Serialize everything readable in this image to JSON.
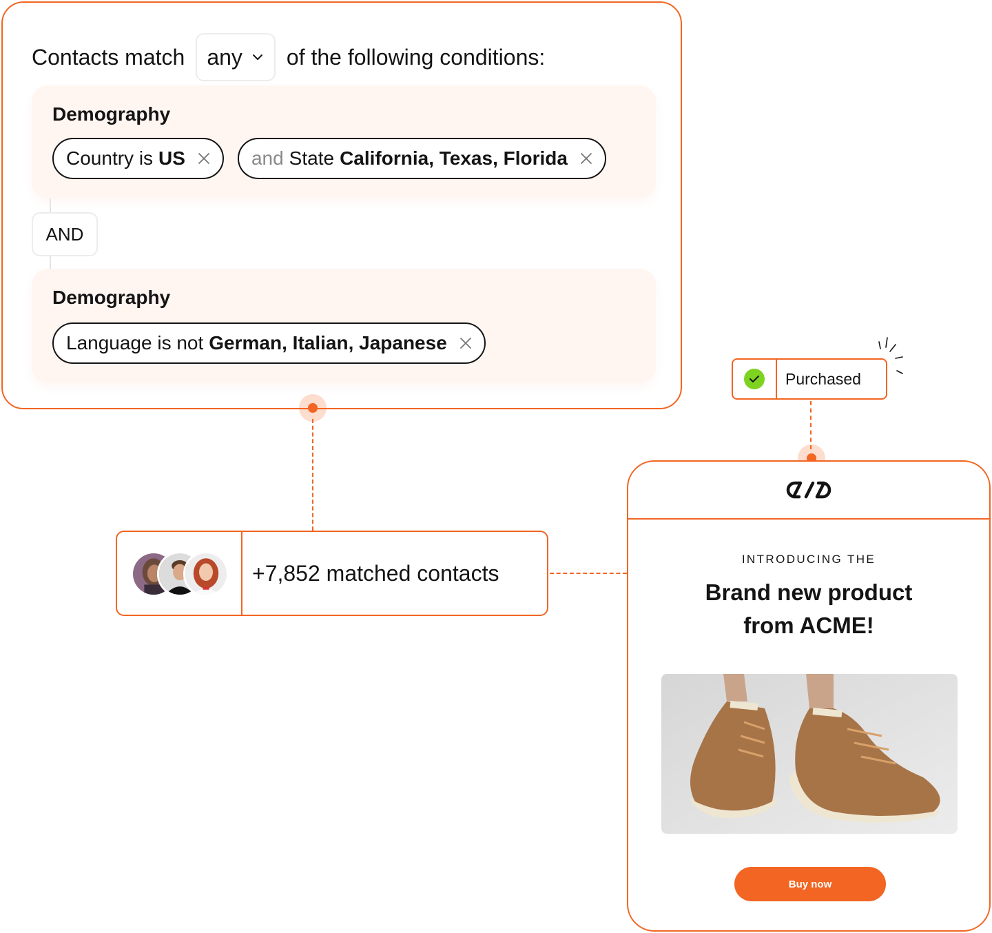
{
  "colors": {
    "accent": "#f26522",
    "group_bg": "#fff5f1",
    "success": "#7ed321",
    "text": "#141414"
  },
  "filter": {
    "prefix": "Contacts match",
    "mode": "any",
    "suffix": "of the following conditions:",
    "groups": [
      {
        "title": "Demography",
        "chips": [
          {
            "lead": "",
            "text": "Country is",
            "value": "US"
          },
          {
            "lead": "and",
            "text": "State",
            "value": "California, Texas, Florida"
          }
        ]
      },
      {
        "title": "Demography",
        "chips": [
          {
            "lead": "",
            "text": "Language is not",
            "value": "German, Italian, Japanese"
          }
        ]
      }
    ],
    "operator": "AND"
  },
  "matched": {
    "text": "+7,852 matched contacts",
    "avatar_count": 3
  },
  "trigger": {
    "label": "Purchased",
    "icon": "check-icon"
  },
  "email": {
    "logo": "chain-link-logo",
    "intro": "INTRODUCING THE",
    "headline_line1": "Brand new product",
    "headline_line2": "from ACME!",
    "cta": "Buy now"
  }
}
